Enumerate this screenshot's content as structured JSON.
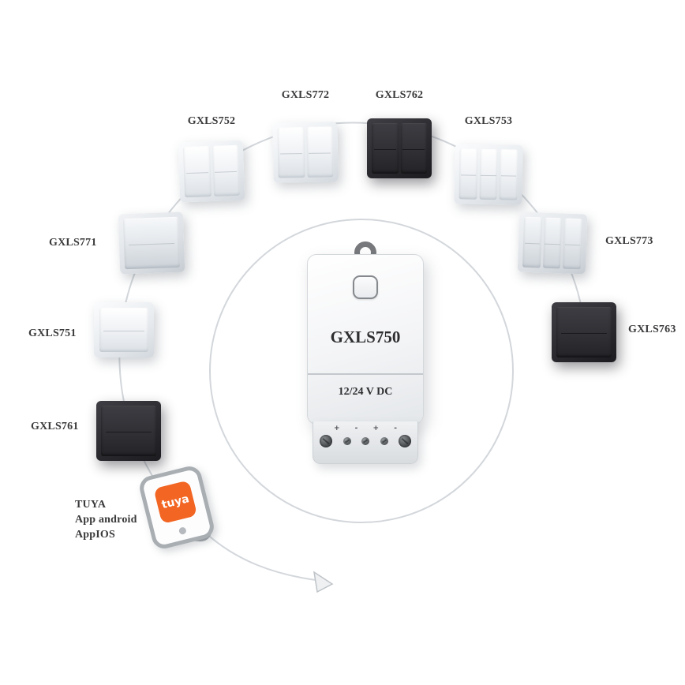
{
  "controller": {
    "model": "GXLS750",
    "voltage": "12/24 V DC",
    "terminal_marks": [
      "+",
      "-",
      "+",
      "-"
    ]
  },
  "switches": [
    {
      "id": "GXLS752",
      "label": "GXLS752",
      "style": "white-2gang"
    },
    {
      "id": "GXLS772",
      "label": "GXLS772",
      "style": "white-2gang"
    },
    {
      "id": "GXLS762",
      "label": "GXLS762",
      "style": "black-2gang"
    },
    {
      "id": "GXLS753",
      "label": "GXLS753",
      "style": "white-3gang"
    },
    {
      "id": "GXLS771",
      "label": "GXLS771",
      "style": "silver-1gang"
    },
    {
      "id": "GXLS773",
      "label": "GXLS773",
      "style": "silver-3gang"
    },
    {
      "id": "GXLS751",
      "label": "GXLS751",
      "style": "white-1gang"
    },
    {
      "id": "GXLS763",
      "label": "GXLS763",
      "style": "black-1gang"
    },
    {
      "id": "GXLS761",
      "label": "GXLS761",
      "style": "black-1gang"
    }
  ],
  "app": {
    "lines": [
      "TUYA",
      "App android",
      "AppIOS"
    ],
    "logo_text": "tuya",
    "logo_color": "#f26522"
  },
  "colors": {
    "connector_line": "#d3d7db",
    "label_text": "#3a3a3c",
    "dark_switch": "#2a2a2f"
  }
}
